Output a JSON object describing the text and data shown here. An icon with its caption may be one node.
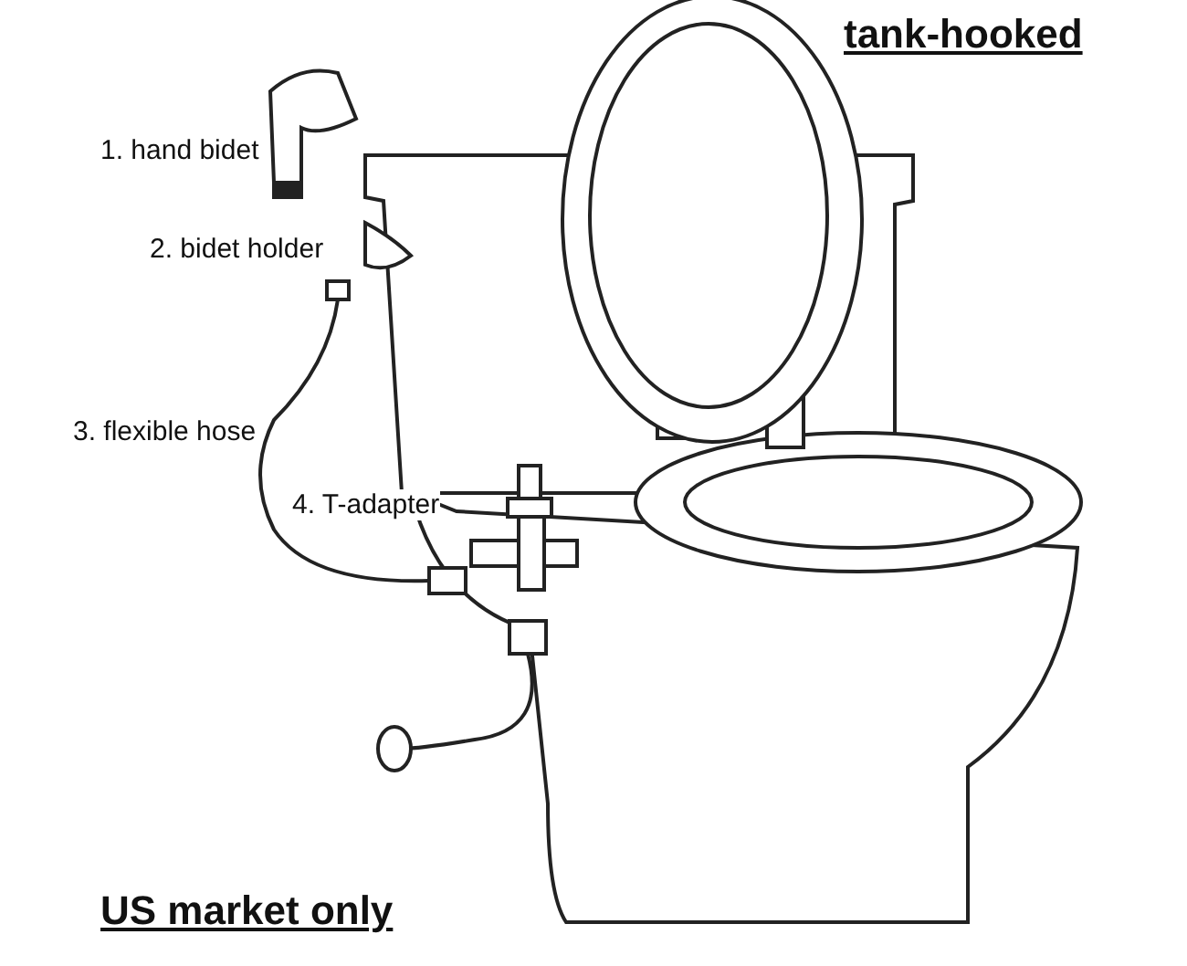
{
  "diagram": {
    "title": "tank-hooked",
    "caption": "US market only",
    "labels": [
      "1. hand bidet",
      "2. bidet holder",
      "3. flexible hose",
      "4. T-adapter"
    ]
  }
}
